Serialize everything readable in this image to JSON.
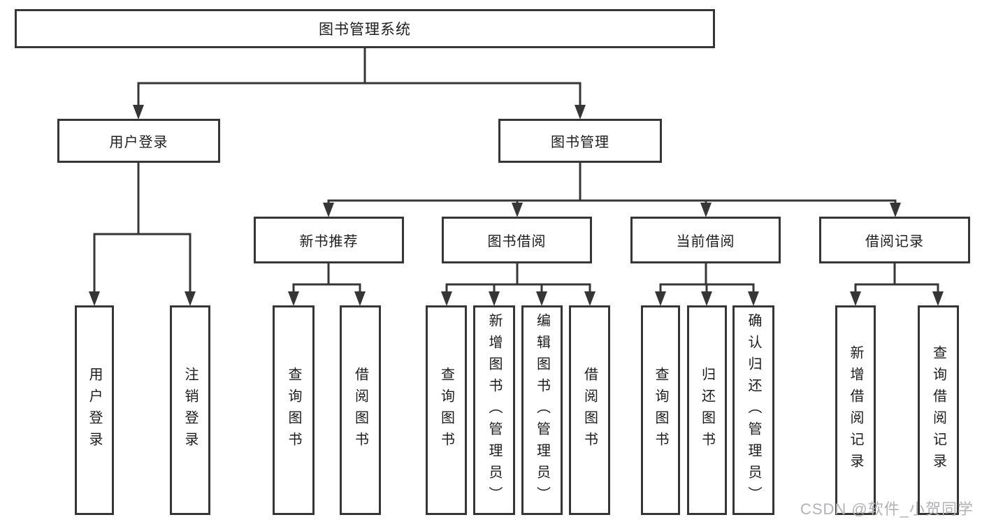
{
  "colors": {
    "background": "#ffffff",
    "border": "#363636",
    "line": "#363636",
    "text": "#1c1c1c",
    "watermark": "#b2b2b5"
  },
  "tree": {
    "root": "图书管理系统",
    "branches": [
      {
        "label": "用户登录",
        "leaves": [
          "用户登录",
          "注销登录"
        ]
      },
      {
        "label": "图书管理",
        "groups": [
          {
            "label": "新书推荐",
            "leaves": [
              "查询图书",
              "借阅图书"
            ]
          },
          {
            "label": "图书借阅",
            "leaves": [
              "查询图书",
              "新增图书（管理员）",
              "编辑图书（管理员）",
              "借阅图书"
            ]
          },
          {
            "label": "当前借阅",
            "leaves": [
              "查询图书",
              "归还图书",
              "确认归还（管理员）"
            ]
          },
          {
            "label": "借阅记录",
            "leaves": [
              "新增借阅记录",
              "查询借阅记录"
            ]
          }
        ]
      }
    ]
  },
  "watermark": "CSDN @软件_小贺同学"
}
